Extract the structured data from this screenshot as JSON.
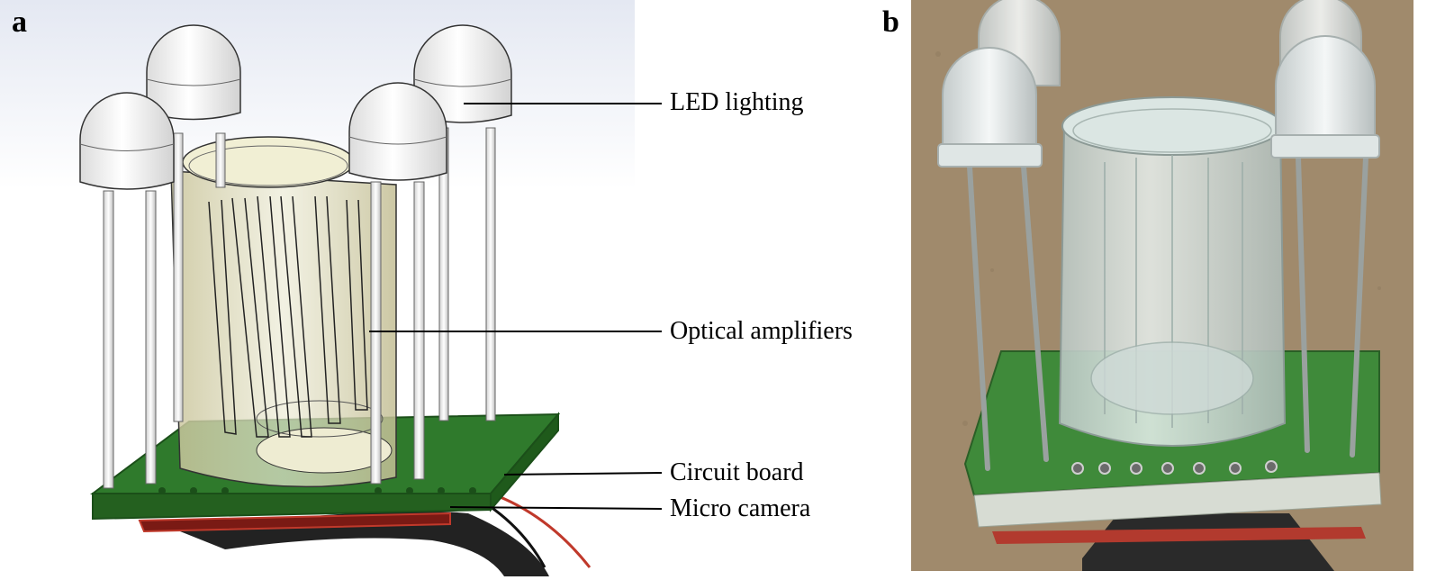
{
  "panels": {
    "a": {
      "letter": "a"
    },
    "b": {
      "letter": "b"
    }
  },
  "callouts": {
    "led": "LED lighting",
    "optical": "Optical amplifiers",
    "circuit": "Circuit board",
    "camera": "Micro camera"
  },
  "colors": {
    "board_green": "#2f7a2c",
    "led_white": "#f2f2f2",
    "amplifier_tint": "#dcd8b0",
    "wire_red": "#c0392b",
    "photo_background": "#a08a6c"
  }
}
